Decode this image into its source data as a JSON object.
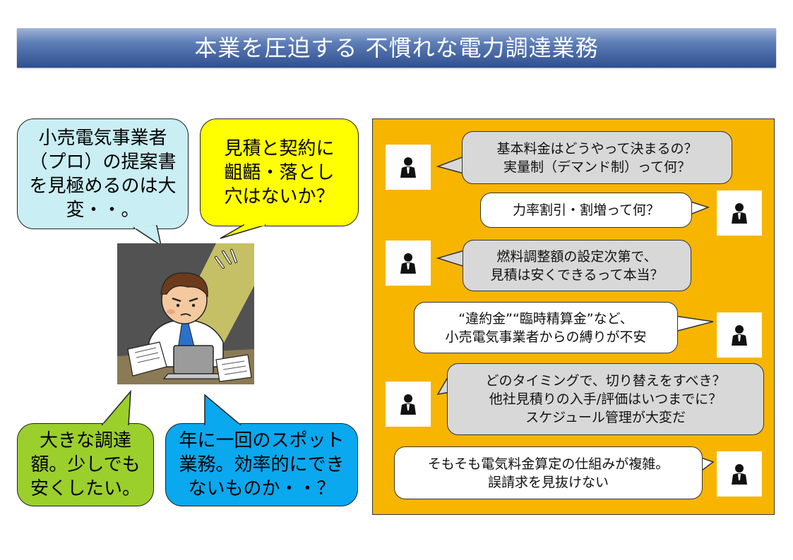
{
  "title": "本業を圧迫する 不慣れな電力調達業務",
  "left_bubbles": {
    "b1": "小売電気事業者（プロ）の提案書を見極めるのは大変・・。",
    "b2": "見積と契約に齟齬・落とし穴はないか？",
    "b3": "大きな調達額。少しでも安くしたい。",
    "b4": "年に一回のスポット業務。効率的にできないものか・・？"
  },
  "colors": {
    "b1": "#c9eef3",
    "b2": "#ffff00",
    "b3": "#9bcf2c",
    "b4": "#0aa8ee",
    "panel": "#f7b500"
  },
  "questions": [
    {
      "text": "基本料金はどうやって決まるの？\n実量制（デマンド制）って何？",
      "icon": "person-icon"
    },
    {
      "text": "力率割引・割増って何？",
      "icon": "person-icon"
    },
    {
      "text": "燃料調整額の設定次第で、\n見積は安くできるって本当？",
      "icon": "person-icon"
    },
    {
      "text": "“違約金”“臨時精算金”など、\n小売電気事業者からの縛りが不安",
      "icon": "person-icon"
    },
    {
      "text": "どのタイミングで、切り替えをすべき？\n他社見積りの入手/評価はいつまでに？\nスケジュール管理が大変だ",
      "icon": "person-icon"
    },
    {
      "text": "そもそも電気料金算定の仕組みが複雑。\n誤請求を見抜けない",
      "icon": "person-icon"
    }
  ]
}
